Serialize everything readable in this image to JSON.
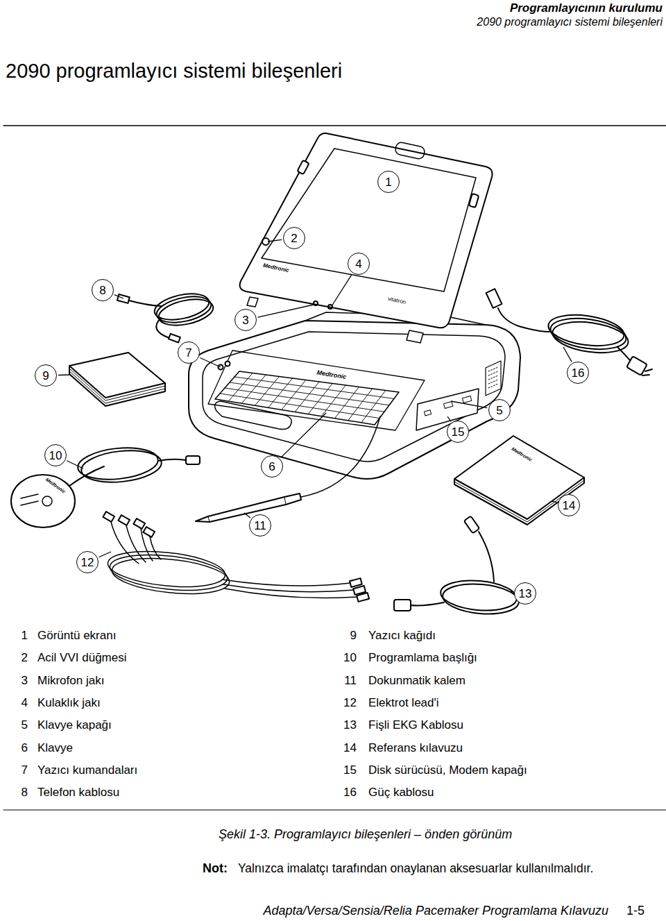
{
  "diagram": {
    "title": "2090 programlayıcı sistemi bileşenleri",
    "caption": "Şekil 1-3. Programlayıcı bileşenleri – önden görünüm",
    "labels": [
      "Programlayıcının kurulumu",
      "2090 programlayıcı sistemi bileşenleri",
      "1",
      "2",
      "4",
      "8",
      "3",
      "7",
      "9",
      "16",
      "5",
      "15",
      "10",
      "6",
      "14",
      "11",
      "12",
      "13",
      "Medtronic",
      "vitatron",
      "Medtronic",
      "Medtronic",
      "Medtronic",
      "1",
      "Görüntü ekranı",
      "9",
      "Yazıcı kağıdı",
      "2",
      "Acil VVI düğmesi",
      "10",
      "Programlama başlığı",
      "3",
      "Mikrofon jakı",
      "11",
      "Dokunmatik kalem",
      "4",
      "Kulaklık jakı",
      "12",
      "Elektrot lead'i",
      "5",
      "Klavye kapağı",
      "13",
      "Fişli EKG Kablosu",
      "6",
      "Klavye",
      "14",
      "Referans kılavuzu",
      "7",
      "Yazıcı kumandaları",
      "15",
      "Disk sürücüsü, Modem kapağı",
      "8",
      "Telefon kablosu",
      "16",
      "Güç kablosu",
      "Not:",
      "Yalnızca imalatçı tarafından onaylanan aksesuarlar kullanılmalıdır.",
      "Adapta/Versa/Sensia/Relia Pacemaker Programlama Kılavuzu",
      "1-5"
    ]
  }
}
